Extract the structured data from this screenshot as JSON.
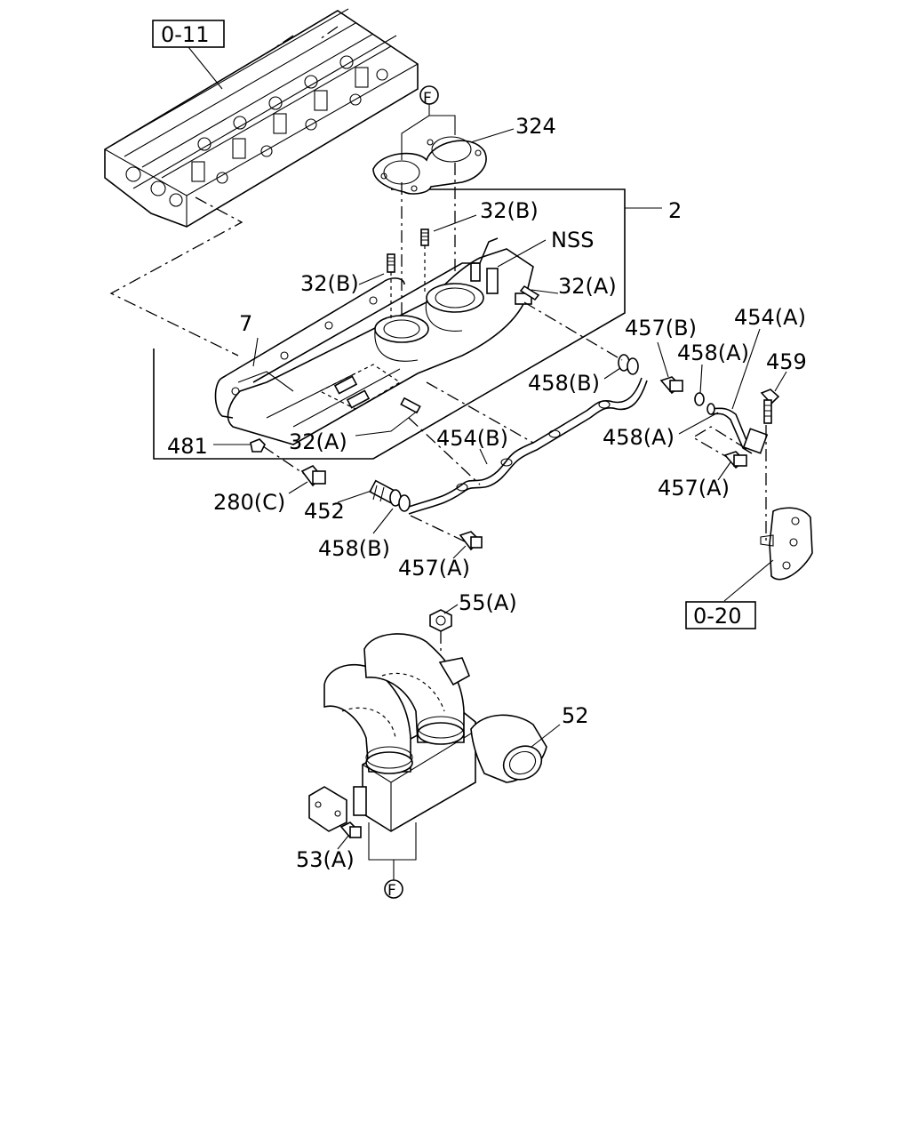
{
  "refs": {
    "ref_0_11": "0-11",
    "ref_0_20": "0-20",
    "ref_F_top": "F",
    "ref_F_bottom": "F"
  },
  "labels": {
    "l324": "324",
    "l2": "2",
    "l32B_a": "32(B)",
    "l32B_b": "32(B)",
    "lNSS": "NSS",
    "l32A_a": "32(A)",
    "l32A_b": "32(A)",
    "l7": "7",
    "l457B": "457(B)",
    "l454A": "454(A)",
    "l458A_a": "458(A)",
    "l459": "459",
    "l458B_a": "458(B)",
    "l458A_b": "458(A)",
    "l481": "481",
    "l454B": "454(B)",
    "l457A_a": "457(A)",
    "l280C": "280(C)",
    "l452": "452",
    "l458B_b": "458(B)",
    "l457A_b": "457(A)",
    "l55A": "55(A)",
    "l52": "52",
    "l53A": "53(A)"
  }
}
